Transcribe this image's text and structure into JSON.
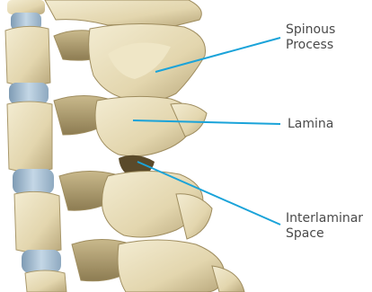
{
  "labels": {
    "spinous_process": [
      "Spinous",
      "Process"
    ],
    "lamina": "Lamina",
    "interlaminar_space": [
      "Interlaminar",
      "Space"
    ]
  },
  "colors": {
    "leader_line": "#1aa3d9",
    "bone": "#e7dcb8",
    "bone_shadow": "#b3a47a",
    "disc": "#a9c3d8",
    "label_text": "#4a4a4a"
  }
}
